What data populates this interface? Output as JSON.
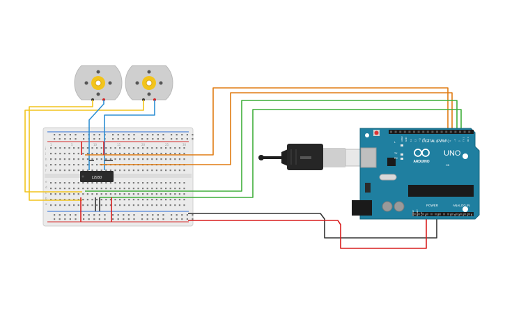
{
  "chip": {
    "label": "L293D"
  },
  "arduino": {
    "brand": "ARDUINO",
    "model": "UNO",
    "digital_label": "DIGITAL (PWM~)",
    "power_label": "POWER",
    "analog_label": "ANALOG IN",
    "tx_label": "TX",
    "rx_label": "RX",
    "l_label": "L",
    "on_label": "ON",
    "aref_label": "AREF",
    "gnd_label": "GND",
    "ioref_label": "IOREF",
    "reset_label": "RESET",
    "v33_label": "3.3V",
    "v5_label": "5V",
    "vin_label": "Vin",
    "a_labels": [
      "A0",
      "A1",
      "A2",
      "A3",
      "A4",
      "A5"
    ],
    "digital_pins": [
      "13",
      "12",
      "~11",
      "~10",
      "~9",
      "8",
      "7",
      "~6",
      "~5",
      "4",
      "~3",
      "2",
      "TX 1",
      "RX 0"
    ]
  },
  "breadboard": {
    "row_letters_top": [
      "j",
      "i",
      "h",
      "g",
      "f"
    ],
    "row_letters_bottom": [
      "e",
      "d",
      "c",
      "b",
      "a"
    ],
    "col_numbers": [
      "1",
      "5",
      "10",
      "15",
      "20",
      "25",
      "30"
    ]
  },
  "colors": {
    "wire_yellow": "#f2c41c",
    "wire_blue": "#2e8fd4",
    "wire_orange": "#e07b12",
    "wire_green": "#3fae3a",
    "wire_red": "#d81e1e",
    "wire_black": "#333333",
    "board": "#1f7fa0",
    "breadboard": "#ececec"
  }
}
